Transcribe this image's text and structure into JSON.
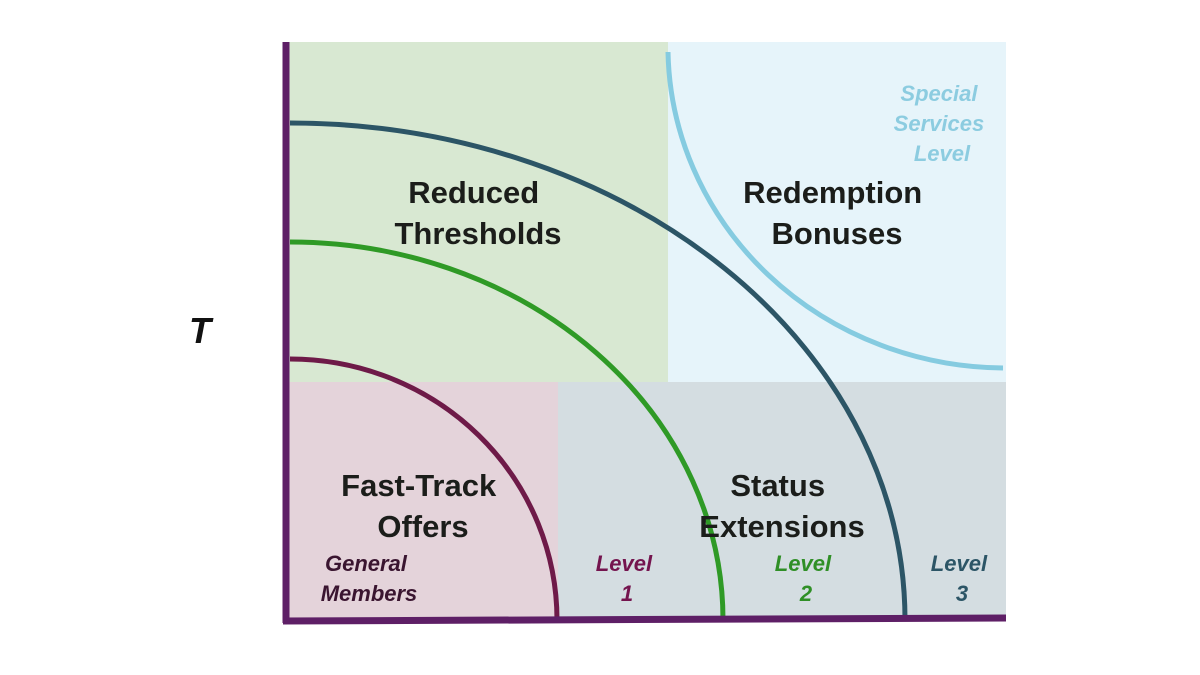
{
  "axis": {
    "y_label": "T"
  },
  "colors": {
    "reduced_fill": "#d8e8d2",
    "redemption_fill": "#e6f4fa",
    "fasttrack_fill": "#e4d3da",
    "status_fill": "#d4dde1",
    "axis": "#5e1f66",
    "general_arc": "#6e1a48",
    "level1_arc": "#2f9a26",
    "level2_arc": "#2c5566",
    "special_arc": "#85cbe0",
    "general_text": "#3a1530",
    "level1_text": "#74144e",
    "level2_text": "#2f8f26",
    "level3_text": "#2c5566",
    "special_text": "#8ccce0"
  },
  "regions": {
    "reduced_thresholds": [
      "Reduced",
      "Thresholds"
    ],
    "redemption_bonuses": [
      "Redemption",
      "Bonuses"
    ],
    "fast_track_offers": [
      "Fast-Track",
      "Offers"
    ],
    "status_extensions": [
      "Status",
      "Extensions"
    ]
  },
  "levels": {
    "general": [
      "General",
      "Members"
    ],
    "level1": [
      "Level",
      "1"
    ],
    "level2": [
      "Level",
      "2"
    ],
    "level3": [
      "Level",
      "3"
    ],
    "special": [
      "Special",
      "Services",
      "Level"
    ]
  }
}
